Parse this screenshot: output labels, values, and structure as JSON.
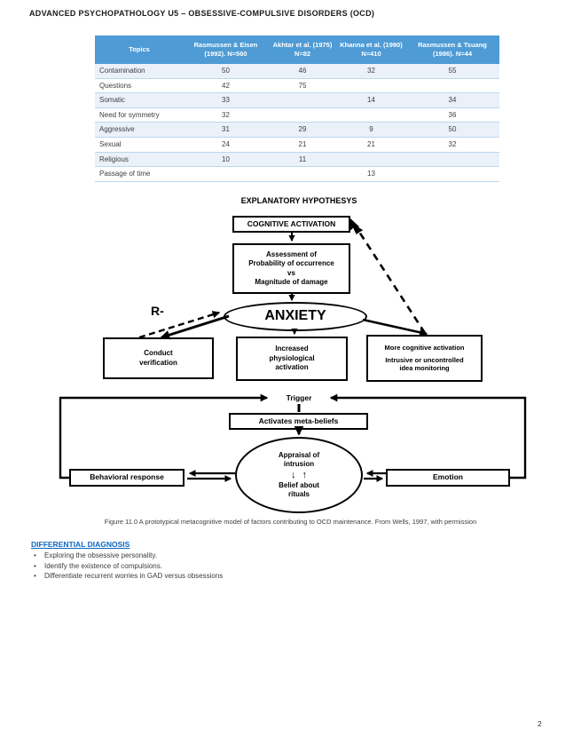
{
  "page": {
    "title": "ADVANCED PSYCHOPATHOLOGY U5 – OBSESSIVE-COMPULSIVE DISORDERS (OCD)",
    "number": "2"
  },
  "table": {
    "columns": [
      "Topics",
      "Rasmussen & Eisen (1992). N=560",
      "Akhtar et al. (1975) N=82",
      "Khanna et al. (1990) N=410",
      "Rasmussen & Tsuang (1986). N=44"
    ],
    "rows": [
      {
        "topic": "Contamination",
        "values": [
          "50",
          "46",
          "32",
          "55"
        ]
      },
      {
        "topic": "Questions",
        "values": [
          "42",
          "75",
          "",
          ""
        ]
      },
      {
        "topic": "Somatic",
        "values": [
          "33",
          "",
          "14",
          "34"
        ]
      },
      {
        "topic": "Need for symmetry",
        "values": [
          "32",
          "",
          "",
          "36"
        ]
      },
      {
        "topic": "Aggressive",
        "values": [
          "31",
          "29",
          "9",
          "50"
        ]
      },
      {
        "topic": "Sexual",
        "values": [
          "24",
          "21",
          "21",
          "32"
        ]
      },
      {
        "topic": "Religious",
        "values": [
          "10",
          "11",
          "",
          ""
        ]
      },
      {
        "topic": "Passage of time",
        "values": [
          "",
          "",
          "13",
          ""
        ]
      }
    ]
  },
  "diagram1": {
    "heading": "EXPLANATORY HYPOTHESYS",
    "cognitive_activation": "COGNITIVE ACTIVATION",
    "assessment_lines": [
      "Assessment of",
      "Probability of occurrence",
      "vs",
      "Magnitude of damage"
    ],
    "anxiety": "ANXIETY",
    "r_label": "R-",
    "conduct_lines": [
      "Conduct",
      "verification"
    ],
    "physio_lines": [
      "Increased",
      "physiological",
      "activation"
    ],
    "more_line1": "More cognitive activation",
    "more_line2": "Intrusive or uncontrolled",
    "more_line3": "idea monitoring"
  },
  "diagram2": {
    "trigger": "Trigger",
    "meta_beliefs": "Activates meta-beliefs",
    "appraisal_line1": "Appraisal of",
    "appraisal_line2": "intrusion",
    "down_arrow": "↓",
    "up_arrow": "↑",
    "belief_line1": "Belief about",
    "belief_line2": "rituals",
    "behavioral": "Behavioral response",
    "emotion": "Emotion"
  },
  "caption": "Figure 11.0 A prototypical metacognitive model of factors contributing to OCD maintenance. From Wells, 1997, with permission",
  "differential": {
    "heading": "DIFFERENTIAL DIAGNOSIS",
    "bullets": [
      "Exploring the obsessive personality.",
      "Identify the existence of compulsions.",
      "Differentiate recurrent worries in GAD versus obsessions"
    ]
  },
  "colors": {
    "header_bg": "#4e9bd5",
    "row_alt_bg": "#eaf1f9",
    "row_border": "#bdd7ee",
    "heading_blue": "#0c66c2"
  }
}
